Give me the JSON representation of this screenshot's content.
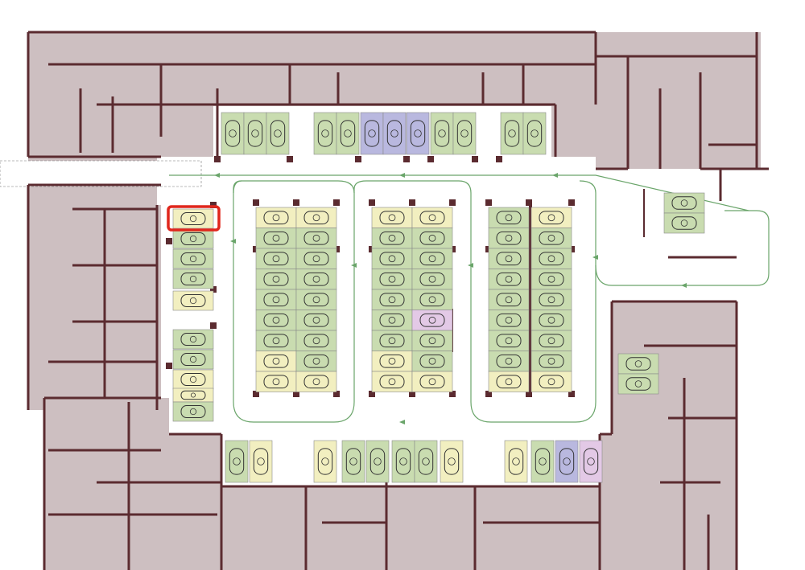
{
  "plan": {
    "colors": {
      "building_fill": "#cdbfc1",
      "wall": "#5b2b30",
      "floor": "#ffffff",
      "route_arrow": "#6aa56a",
      "spot_green": "#c9dcb0",
      "spot_yellow": "#f2efc0",
      "spot_blue": "#b9b8df",
      "spot_pink": "#e3c9e6",
      "highlight": "#e0261c"
    },
    "legend_codes": {
      "g": "green",
      "y": "yellow",
      "b": "blue",
      "p": "pink"
    },
    "highlighted_spot": "left-column-1",
    "spots": {
      "top_row": [
        "g",
        "g",
        "g",
        "g",
        "g",
        "b",
        "b",
        "b",
        "g",
        "g",
        "g",
        "g"
      ],
      "left_column": [
        "y",
        "g",
        "g",
        "g",
        "y",
        "g",
        "g",
        "y",
        "y",
        "g"
      ],
      "block1_col1": [
        "y",
        "g",
        "g",
        "g",
        "g",
        "g",
        "g",
        "y",
        "y"
      ],
      "block1_col2": [
        "y",
        "g",
        "g",
        "g",
        "g",
        "g",
        "g",
        "g",
        "y"
      ],
      "block2_col1": [
        "y",
        "g",
        "g",
        "g",
        "g",
        "g",
        "g",
        "y",
        "y"
      ],
      "block2_col2": [
        "y",
        "g",
        "g",
        "g",
        "g",
        "p",
        "g",
        "g",
        "y"
      ],
      "block3_col1": [
        "g",
        "g",
        "g",
        "g",
        "g",
        "g",
        "g",
        "g",
        "y"
      ],
      "block3_col2": [
        "y",
        "g",
        "g",
        "g",
        "g",
        "g",
        "g",
        "g",
        "y"
      ],
      "right_upper": [
        "g",
        "g"
      ],
      "right_lower": [
        "g",
        "g"
      ],
      "bottom_row": [
        "g",
        "y",
        "y",
        "g",
        "g",
        "g",
        "g",
        "y",
        "y",
        "g",
        "b",
        "p"
      ]
    }
  }
}
